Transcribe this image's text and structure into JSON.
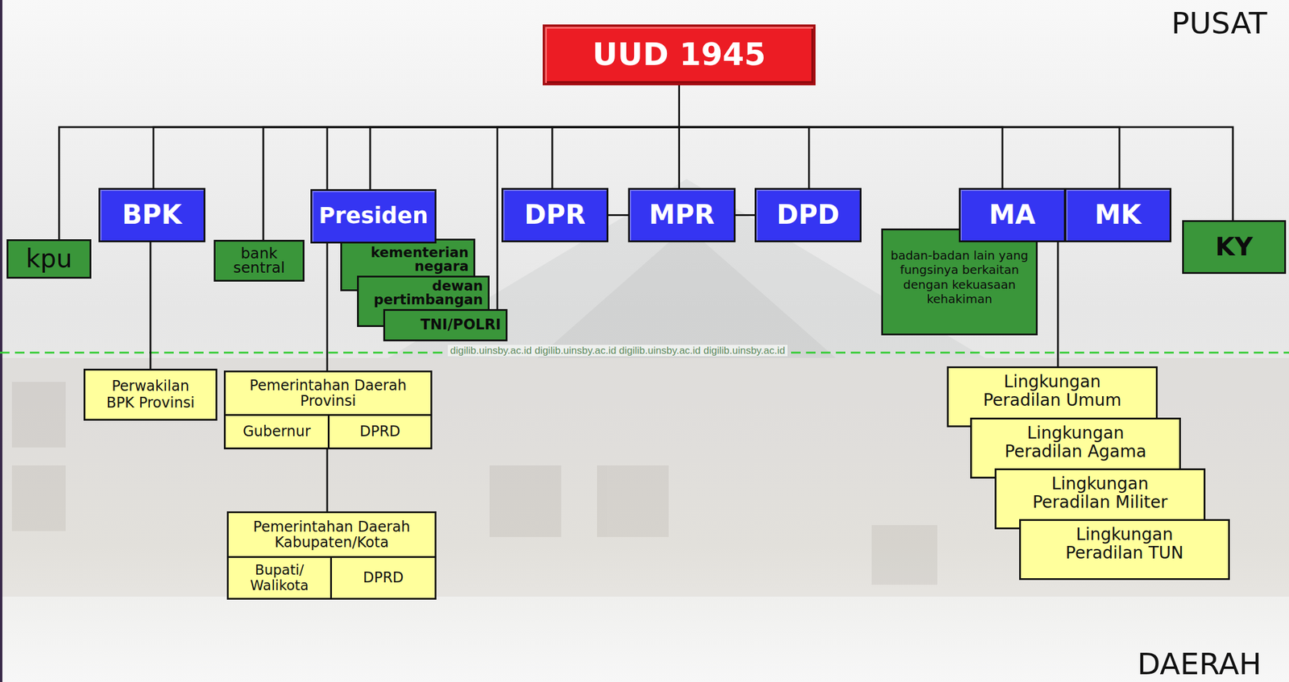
{
  "diagram": {
    "nodes": [
      {
        "text": [
          "UUD 1945"
        ]
      },
      {
        "text": [
          "kpu"
        ]
      },
      {
        "text": [
          "BPK"
        ]
      },
      {
        "text": [
          "bank sentral"
        ]
      },
      {
        "text": [
          "Presiden"
        ]
      },
      {
        "text": [
          "kementerian negara"
        ]
      },
      {
        "text": [
          "dewan pertimbangan"
        ]
      },
      {
        "text": [
          "TNI/POLRI"
        ]
      },
      {
        "text": [
          "DPR"
        ]
      },
      {
        "text": [
          "MPR"
        ]
      },
      {
        "text": [
          "DPD"
        ]
      },
      {
        "text": [
          "MA"
        ]
      },
      {
        "text": [
          "MK"
        ]
      },
      {
        "text": [
          "KY"
        ]
      },
      {
        "text": [
          "badan-badan lain yang fungsinya berkaitan dengan kekuasaan kehakiman"
        ]
      },
      {
        "text": [
          "Perwakilan BPK Provinsi"
        ]
      },
      {
        "text": [
          "Pemerintahan Daerah Provinsi"
        ]
      },
      {
        "text": [
          "Gubernur"
        ],
        "in": 16
      },
      {
        "text": [
          "DPRD"
        ],
        "in": 16
      },
      {
        "text": [
          "Pemerintahan Daerah Kabupaten/Kota"
        ]
      },
      {
        "text": [
          "Bupati/ Walikota"
        ],
        "in": 19
      },
      {
        "text": [
          "DPRD"
        ],
        "in": 19
      },
      {
        "text": [
          "Lingkungan Peradilan Umum"
        ]
      },
      {
        "text": [
          "Lingkungan Peradilan Agama"
        ]
      },
      {
        "text": [
          "Lingkungan Peradilan Militer"
        ]
      },
      {
        "text": [
          "Lingkungan Peradilan TUN"
        ]
      }
    ],
    "edges": [
      {
        "from": 0,
        "to": 1,
        "arrow": "none"
      },
      {
        "from": 0,
        "to": 2,
        "arrow": "none"
      },
      {
        "from": 0,
        "to": 3,
        "arrow": "none"
      },
      {
        "from": 0,
        "to": 4,
        "arrow": "none"
      },
      {
        "from": 0,
        "to": 7,
        "arrow": "none"
      },
      {
        "from": 0,
        "to": 8,
        "arrow": "none"
      },
      {
        "from": 0,
        "to": 9,
        "arrow": "none"
      },
      {
        "from": 0,
        "to": 10,
        "arrow": "none"
      },
      {
        "from": 0,
        "to": 11,
        "arrow": "none"
      },
      {
        "from": 0,
        "to": 12,
        "arrow": "none"
      },
      {
        "from": 0,
        "to": 13,
        "arrow": "none"
      },
      {
        "from": 8,
        "to": 9,
        "arrow": "none"
      },
      {
        "from": 9,
        "to": 10,
        "arrow": "none"
      },
      {
        "from": 2,
        "to": 15,
        "arrow": "none"
      },
      {
        "from": 4,
        "to": 16,
        "arrow": "none"
      },
      {
        "from": 16,
        "to": 19,
        "arrow": "none"
      },
      {
        "from": 11,
        "to": 22,
        "arrow": "none"
      }
    ],
    "labels": [
      "PUSAT",
      "DAERAH",
      "digilib.uinsby.ac.id digilib.uinsby.ac.id digilib.uinsby.ac.id digilib.uinsby.ac.id"
    ]
  }
}
